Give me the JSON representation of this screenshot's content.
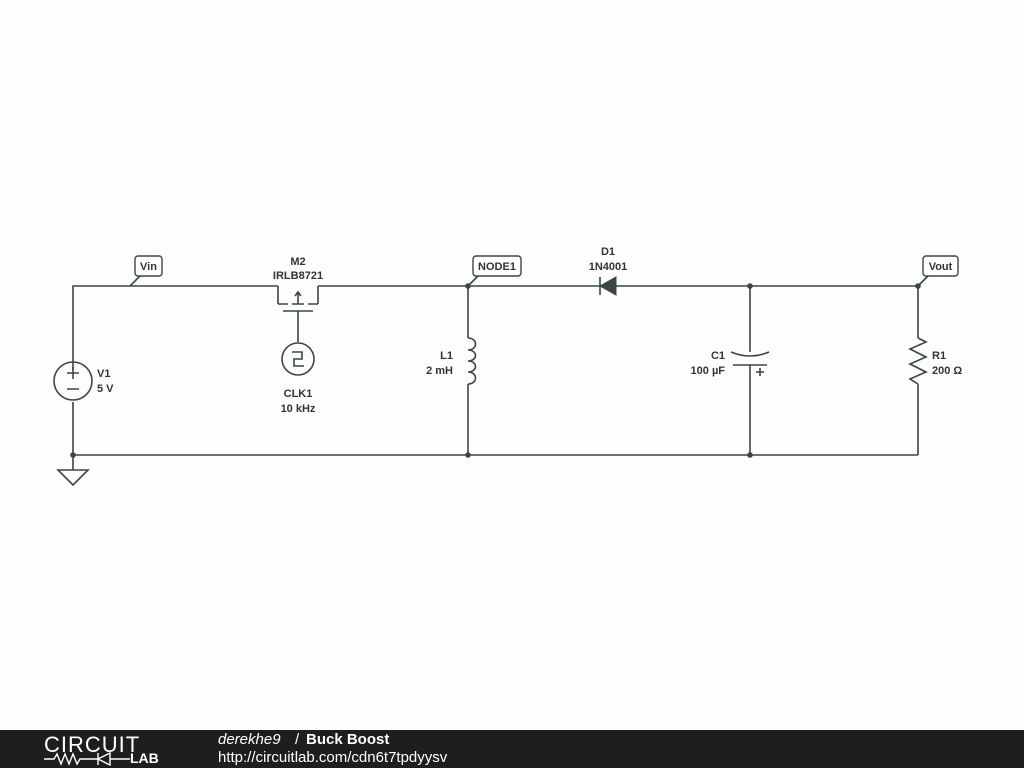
{
  "schematic": {
    "labels": {
      "vin": "Vin",
      "node1": "NODE1",
      "vout": "Vout"
    },
    "components": {
      "v1": {
        "name": "V1",
        "value": "5 V"
      },
      "m2": {
        "name": "M2",
        "value": "IRLB8721"
      },
      "clk1": {
        "name": "CLK1",
        "value": "10 kHz"
      },
      "l1": {
        "name": "L1",
        "value": "2 mH"
      },
      "d1": {
        "name": "D1",
        "value": "1N4001"
      },
      "c1": {
        "name": "C1",
        "value": "100 µF"
      },
      "r1": {
        "name": "R1",
        "value": "200 Ω"
      }
    },
    "colors": {
      "wire": "#3a4646",
      "footer_bg": "#1e1e1e"
    }
  },
  "footer": {
    "logo_top": "CIRCUIT",
    "logo_bottom": "LAB",
    "author": "derekhe9",
    "separator": "/",
    "title": "Buck Boost",
    "url": "http://circuitlab.com/cdn6t7tpdyysv"
  }
}
